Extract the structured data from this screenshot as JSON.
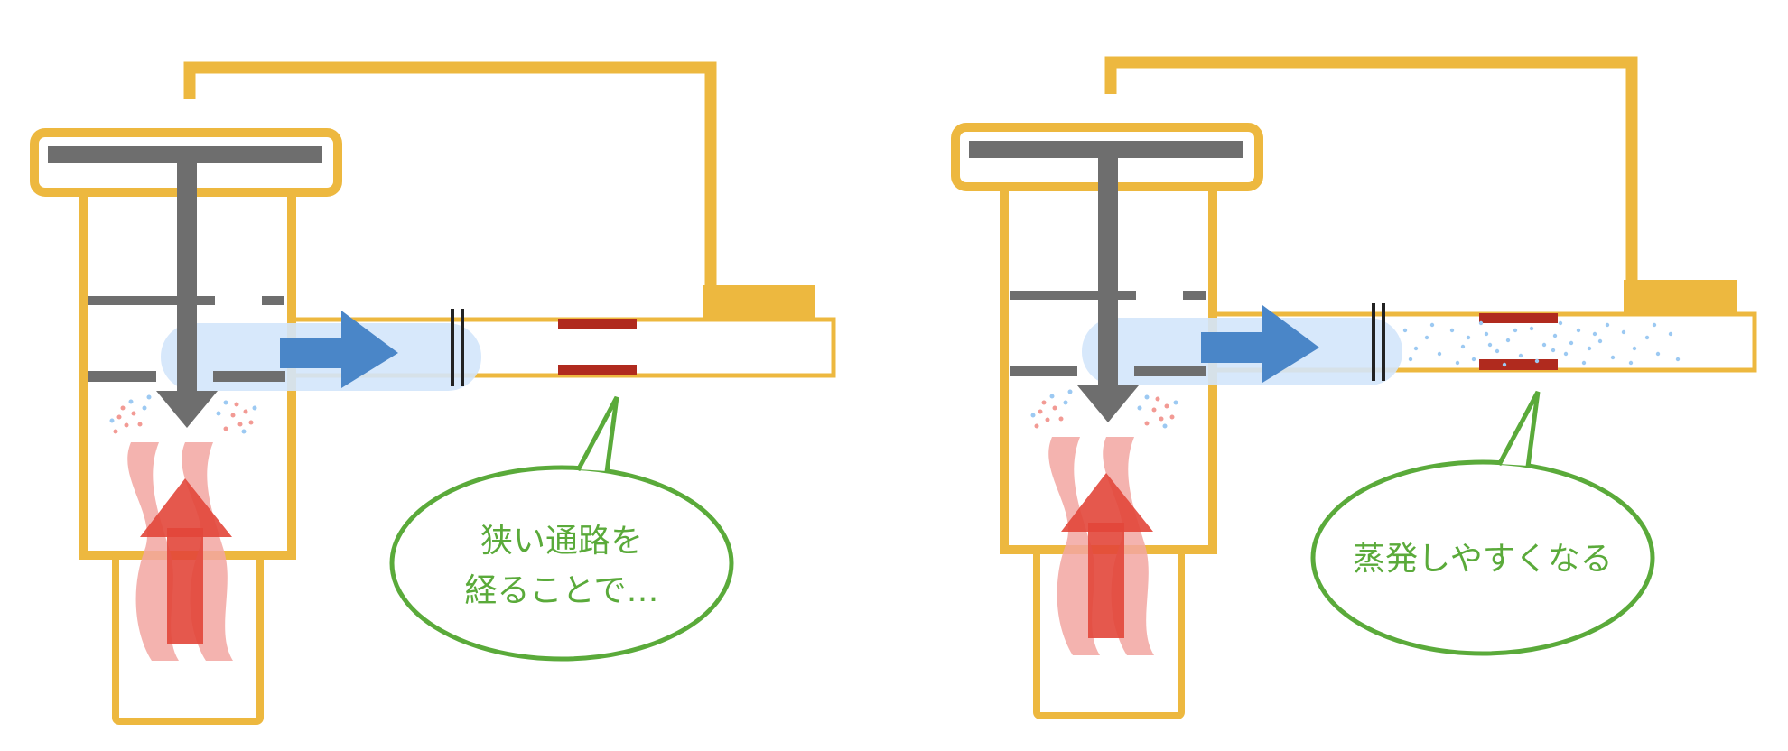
{
  "diagrams": [
    {
      "id": "left",
      "caption_lines": [
        "狭い通路を",
        "経ることで…"
      ]
    },
    {
      "id": "right",
      "caption_lines": [
        "蒸発しやすくなる"
      ]
    }
  ],
  "colors": {
    "valve_outline": "#edb83f",
    "stem": "#6e6e6e",
    "flow_arrow": "#4a86c8",
    "flow_band": "#d3e6fb",
    "restriction": "#b02a1e",
    "heat_arrow": "#e2463a",
    "heat_wave": "#f2a6a1",
    "bubble_outline": "#5aaa3a",
    "text": "#5aaa3a",
    "vapor_dots": "#9cc9f2"
  }
}
